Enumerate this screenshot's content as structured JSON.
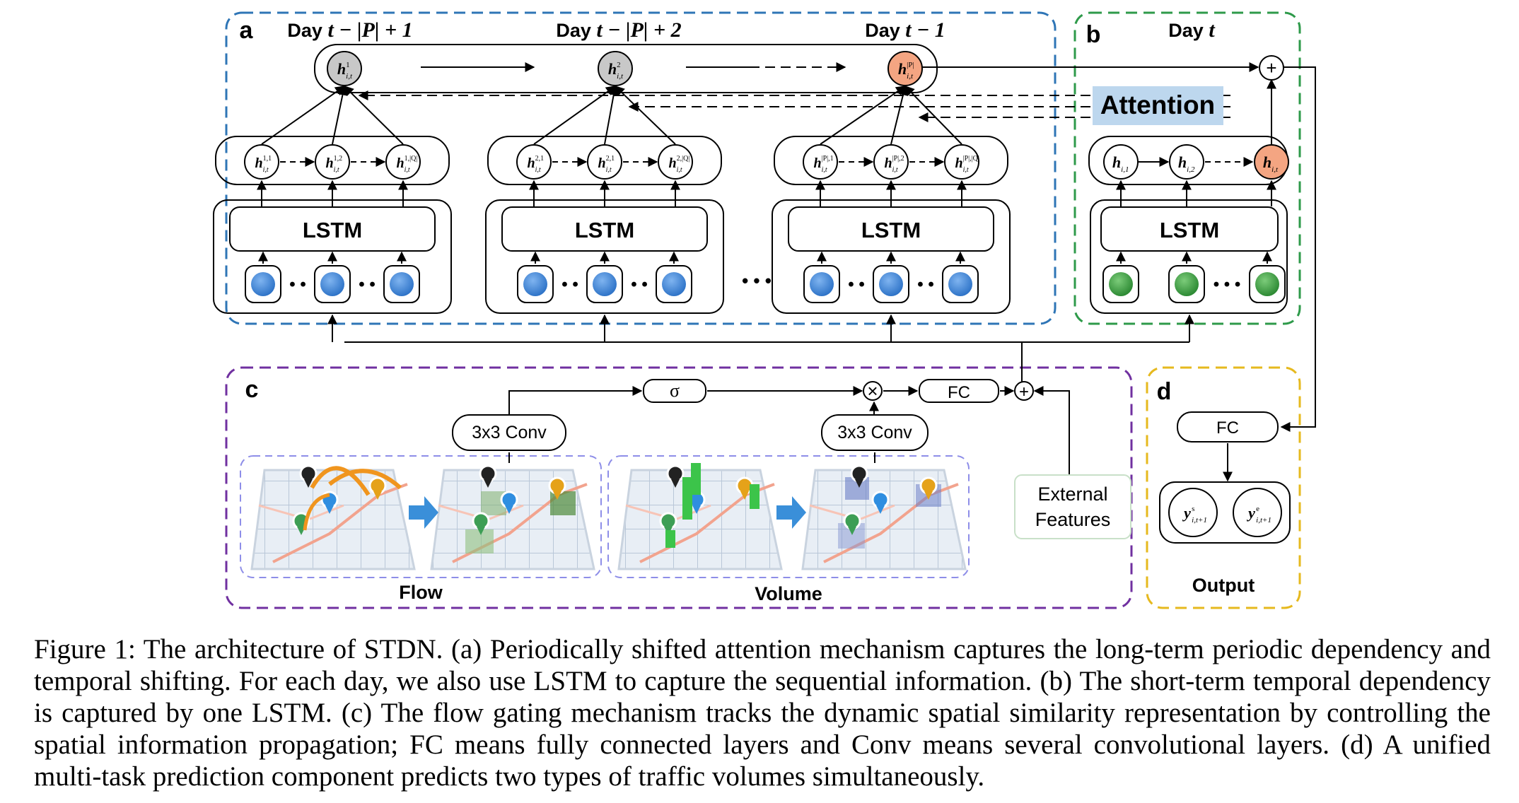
{
  "panels": {
    "a": {
      "letter": "a",
      "color": "#2e75b6"
    },
    "b": {
      "letter": "b",
      "color": "#2e9a4a"
    },
    "c": {
      "letter": "c",
      "color": "#7030a0"
    },
    "d": {
      "letter": "d",
      "color": "#e6b91e"
    }
  },
  "day_labels": [
    {
      "prefix": "Day ",
      "expr": "t − |P| + 1"
    },
    {
      "prefix": "Day ",
      "expr": "t − |P| + 2"
    },
    {
      "prefix": "Day ",
      "expr": "t − 1"
    },
    {
      "prefix": "Day ",
      "expr": "t"
    }
  ],
  "top_states": [
    {
      "base": "h",
      "sup": "1",
      "sub": "i,t",
      "fill": "#c8c8c8"
    },
    {
      "base": "h",
      "sup": "2",
      "sub": "i,t",
      "fill": "#c8c8c8"
    },
    {
      "base": "h",
      "sup": "|P|",
      "sub": "i,t",
      "fill": "#f4a582"
    }
  ],
  "day_groups": [
    {
      "nodes": [
        {
          "base": "h",
          "sup": "1,1",
          "sub": "i,t"
        },
        {
          "base": "h",
          "sup": "1,2",
          "sub": "i,t"
        },
        {
          "base": "h",
          "sup": "1,|Q|",
          "sub": "i,t"
        }
      ]
    },
    {
      "nodes": [
        {
          "base": "h",
          "sup": "2,1",
          "sub": "i,t"
        },
        {
          "base": "h",
          "sup": "2,1",
          "sub": "i,t"
        },
        {
          "base": "h",
          "sup": "2,|Q|",
          "sub": "i,t"
        }
      ]
    },
    {
      "nodes": [
        {
          "base": "h",
          "sup": "|P|,1",
          "sub": "i,t"
        },
        {
          "base": "h",
          "sup": "|P|,2",
          "sub": "i,t"
        },
        {
          "base": "h",
          "sup": "|P|,|Q|",
          "sub": "i,t"
        }
      ]
    }
  ],
  "short_term_nodes": [
    {
      "base": "h",
      "sub": "i,1"
    },
    {
      "base": "h",
      "sub": "i,2"
    },
    {
      "base": "h",
      "sub": "i,t"
    }
  ],
  "lstm_label": "LSTM",
  "attention_label": "Attention",
  "plus_symbol": "+",
  "times_symbol": "×",
  "sigma_label": "σ",
  "fc_label": "FC",
  "conv_label": "3x3 Conv",
  "external_features_label": [
    "External",
    "Features"
  ],
  "flow_label": "Flow",
  "volume_label": "Volume",
  "output_label": "Output",
  "output_nodes": [
    {
      "base": "y",
      "sup": "s",
      "sub": "i,t+1"
    },
    {
      "base": "y",
      "sup": "e",
      "sub": "i,t+1"
    }
  ],
  "ellipsis": "• • •",
  "dot_pair": "• •",
  "colors": {
    "blue_input": "#3b82d6",
    "green_input": "#2e9a4a",
    "attention_bg": "#bdd7ee",
    "arrow_icon": "#3a8fd9",
    "flow_arc": "#f0951e"
  },
  "caption": "Figure 1: The architecture of STDN. (a) Periodically shifted attention mechanism captures the long-term periodic dependency and temporal shifting. For each day, we also use LSTM to capture the sequential information. (b) The short-term temporal dependency is captured by one LSTM. (c) The flow gating mechanism tracks the dynamic spatial similarity representation by controlling the spatial information propagation; FC means fully connected layers and Conv means several convolutional layers. (d) A unified multi-task prediction component predicts two types of traffic volumes simultaneously."
}
